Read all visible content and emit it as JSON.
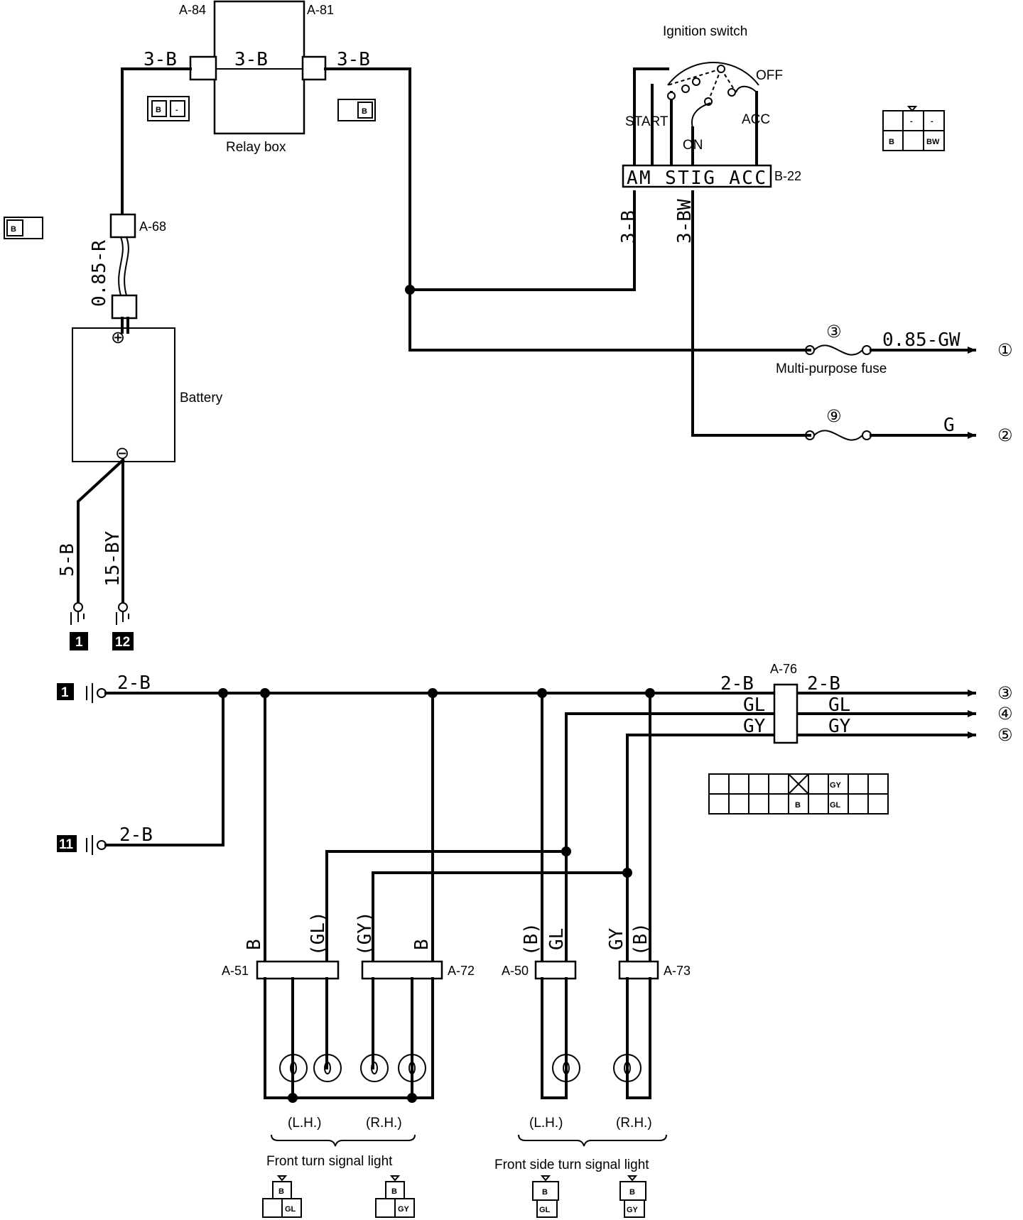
{
  "labels": {
    "relay_box": "Relay box",
    "battery": "Battery",
    "ignition_switch": "Ignition switch",
    "multi_purpose_fuse": "Multi-purpose fuse",
    "front_turn_signal_light": "Front turn signal light",
    "front_side_turn_signal_light": "Front side turn signal light",
    "lh_1": "(L.H.)",
    "rh_1": "(R.H.)",
    "lh_2": "(L.H.)",
    "rh_2": "(R.H.)"
  },
  "connectors": {
    "a84": "A-84",
    "a81": "A-81",
    "a68": "A-68",
    "b22": "B-22",
    "a76": "A-76",
    "a51": "A-51",
    "a72": "A-72",
    "a50": "A-50",
    "a73": "A-73"
  },
  "switch": {
    "off": "OFF",
    "acc": "ACC",
    "start": "START",
    "on": "ON",
    "terminals": "AM STIG ACC"
  },
  "wires": {
    "w3b_left": "3-B",
    "w3b_mid": "3-B",
    "w3b_right": "3-B",
    "w085r": "0.85-R",
    "w3b_sw": "3-B",
    "w3bw": "3-BW",
    "w085gw": "0.85-GW",
    "g": "G",
    "w5b": "5-B",
    "w15by": "15-BY",
    "w2b_1": "2-B",
    "w2b_11": "2-B",
    "a76_2b_l": "2-B",
    "a76_gl_l": "GL",
    "a76_gy_l": "GY",
    "a76_2b_r": "2-B",
    "a76_gl_r": "GL",
    "a76_gy_r": "GY",
    "a51_b": "B",
    "a51_gl": "(GL)",
    "a72_gy": "(GY)",
    "a72_b": "B",
    "a50_b": "(B)",
    "a50_gl": "GL",
    "a73_gy": "GY",
    "a73_b": "(B)"
  },
  "fuses": {
    "f3": "③",
    "f9": "⑨"
  },
  "outputs": {
    "o1": "①",
    "o2": "②",
    "o3": "③",
    "o4": "④",
    "o5": "⑤"
  },
  "grounds": {
    "g1_top": "1",
    "g12": "12",
    "g1_bottom": "1",
    "g11": "11"
  },
  "pin_labels": {
    "relay_left": "B",
    "relay_left_dash": "-",
    "relay_right": "B",
    "left_plug": "B",
    "sw_dash1": "-",
    "sw_dash2": "-",
    "sw_b": "B",
    "sw_bw": "BW",
    "a76_gy": "GY",
    "a76_b": "B",
    "a76_gl": "GL",
    "bot1_b": "B",
    "bot1_gl": "GL",
    "bot2_b": "B",
    "bot2_gy": "GY",
    "bot3_b": "B",
    "bot3_gl": "GL",
    "bot4_b": "B",
    "bot4_gy": "GY"
  },
  "symbols": {
    "battery_plus": "⊕",
    "battery_minus": "⊖"
  },
  "icons": [
    "bulb-icon",
    "ground-icon",
    "fuse-icon",
    "arrow-icon",
    "connector-face-icon"
  ]
}
